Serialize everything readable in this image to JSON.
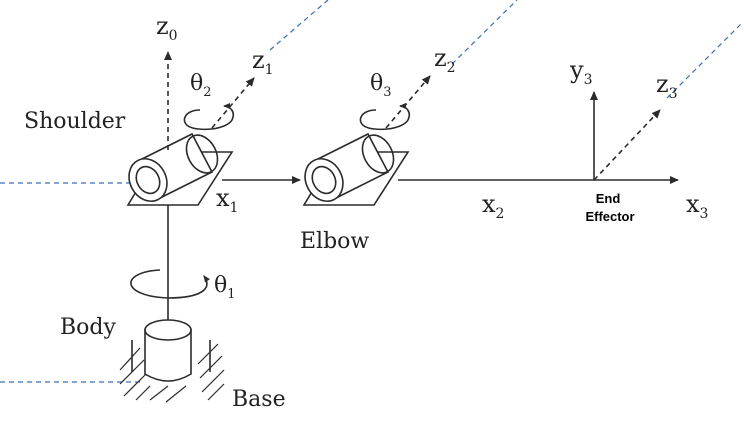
{
  "labels": {
    "z0": "z",
    "z0_sub": "0",
    "z1": "z",
    "z1_sub": "1",
    "z2": "z",
    "z2_sub": "2",
    "z3": "z",
    "z3_sub": "3",
    "y3": "y",
    "y3_sub": "3",
    "x1": "x",
    "x1_sub": "1",
    "x2": "x",
    "x2_sub": "2",
    "x3": "x",
    "x3_sub": "3",
    "theta1": "θ",
    "theta1_sub": "1",
    "theta2": "θ",
    "theta2_sub": "2",
    "theta3": "θ",
    "theta3_sub": "3",
    "shoulder": "Shoulder",
    "elbow": "Elbow",
    "body": "Body",
    "base": "Base",
    "end_effector_line1": "End",
    "end_effector_line2": "Effector"
  },
  "colors": {
    "ink": "#2b2b2b",
    "guide_dashes": "#3b6fb6",
    "end_effector_text": "#000000"
  }
}
